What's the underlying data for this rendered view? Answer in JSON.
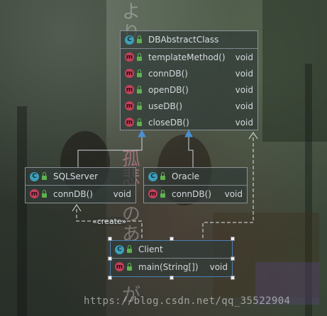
{
  "diagram": {
    "classes": {
      "abstract": {
        "name": "DBAbstractClass",
        "methods": [
          {
            "name": "templateMethod()",
            "type": "void"
          },
          {
            "name": "connDB()",
            "type": "void"
          },
          {
            "name": "openDB()",
            "type": "void"
          },
          {
            "name": "useDB()",
            "type": "void"
          },
          {
            "name": "closeDB()",
            "type": "void"
          }
        ]
      },
      "sqlserver": {
        "name": "SQLServer",
        "methods": [
          {
            "name": "connDB()",
            "type": "void"
          }
        ]
      },
      "oracle": {
        "name": "Oracle",
        "methods": [
          {
            "name": "connDB()",
            "type": "void"
          }
        ]
      },
      "client": {
        "name": "Client",
        "methods": [
          {
            "name": "main(String[])",
            "type": "void"
          }
        ]
      }
    },
    "relations": {
      "create_label": "«create»"
    },
    "badges": {
      "class": "C",
      "method": "m"
    }
  },
  "background_text": {
    "glyphs": [
      "よ",
      "り",
      "孤",
      "悲",
      "の",
      "あ",
      "が"
    ]
  },
  "watermark": "https://blog.csdn.net/qq_35522904",
  "colors": {
    "class_badge": "#3d9fb8",
    "method_badge": "#c2415a",
    "public_lock": "#5fb34f",
    "connector": "#cfd6db",
    "inherit_arrow": "#4b8fd4"
  }
}
